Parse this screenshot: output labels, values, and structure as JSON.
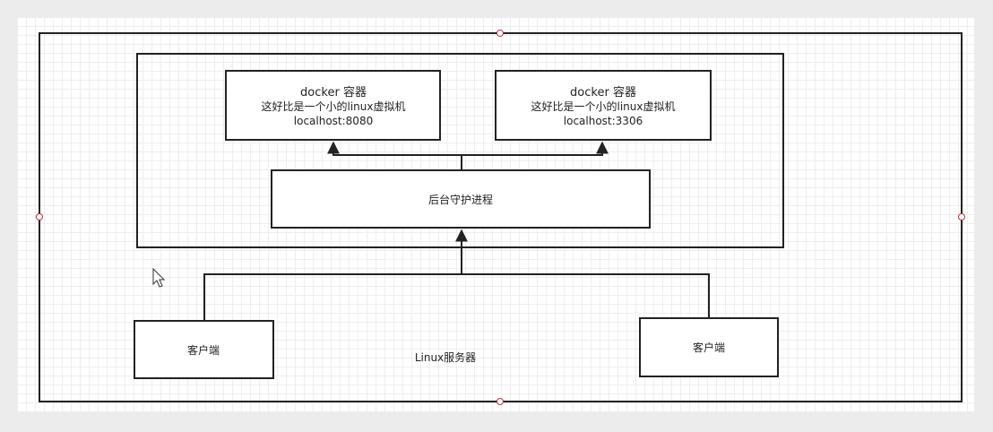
{
  "diagram": {
    "server_label": "Linux服务器",
    "daemon_label": "后台守护进程",
    "container_left": {
      "line1": "docker 容器",
      "line2": "这好比是一个小的linux虚拟机",
      "line3": "localhost:8080"
    },
    "container_right": {
      "line1": "docker 容器",
      "line2": "这好比是一个小的linux虚拟机",
      "line3": "localhost:3306"
    },
    "client_left_label": "客户端",
    "client_right_label": "客户端"
  },
  "colors": {
    "stroke": "#222222",
    "handle_stroke": "#c0303a",
    "canvas_background": "#ffffff",
    "grid": "#eeeeee"
  }
}
